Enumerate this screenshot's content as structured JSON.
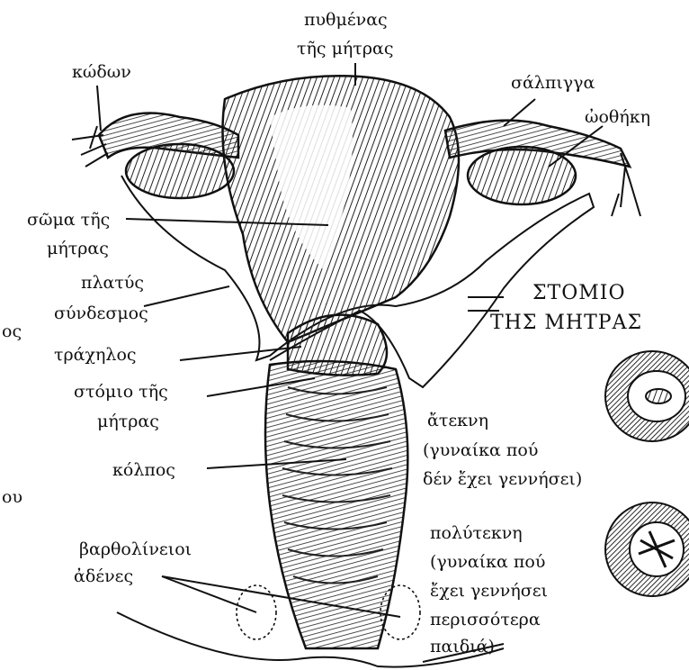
{
  "labels": {
    "fundus_1": "πυθμένας",
    "fundus_2": "τῆς μήτρας",
    "fimbria": "κώδων",
    "tube": "σάλπιγγα",
    "ovary": "ὠοθήκη",
    "body_1": "σῶμα τῆς",
    "body_2": "μήτρας",
    "ligament_1": "πλατύς",
    "ligament_2": "σύνδεσμος",
    "cervix": "τράχηλος",
    "os_1": "στόμιο τῆς",
    "os_2": "μήτρας",
    "vagina": "κόλπος",
    "glands_1": "βαρθολίνειοι",
    "glands_2": "ἀδένες",
    "stoma_1": "ΣΤΟΜΙΟ",
    "stoma_2": "ΤΗΣ ΜΗΤΡΑΣ",
    "nulli_1": "ἄτεκνη",
    "nulli_2": "(γυναίκα πού",
    "nulli_3": "δέν ἔχει γεννήσει)",
    "multi_1": "πολύτεκνη",
    "multi_2": "(γυναίκα πού",
    "multi_3": "ἔχει γεννήσει",
    "multi_4": "περισσότερα",
    "multi_5": "παιδιά)",
    "cut_1": "ος",
    "cut_2": "ου"
  }
}
